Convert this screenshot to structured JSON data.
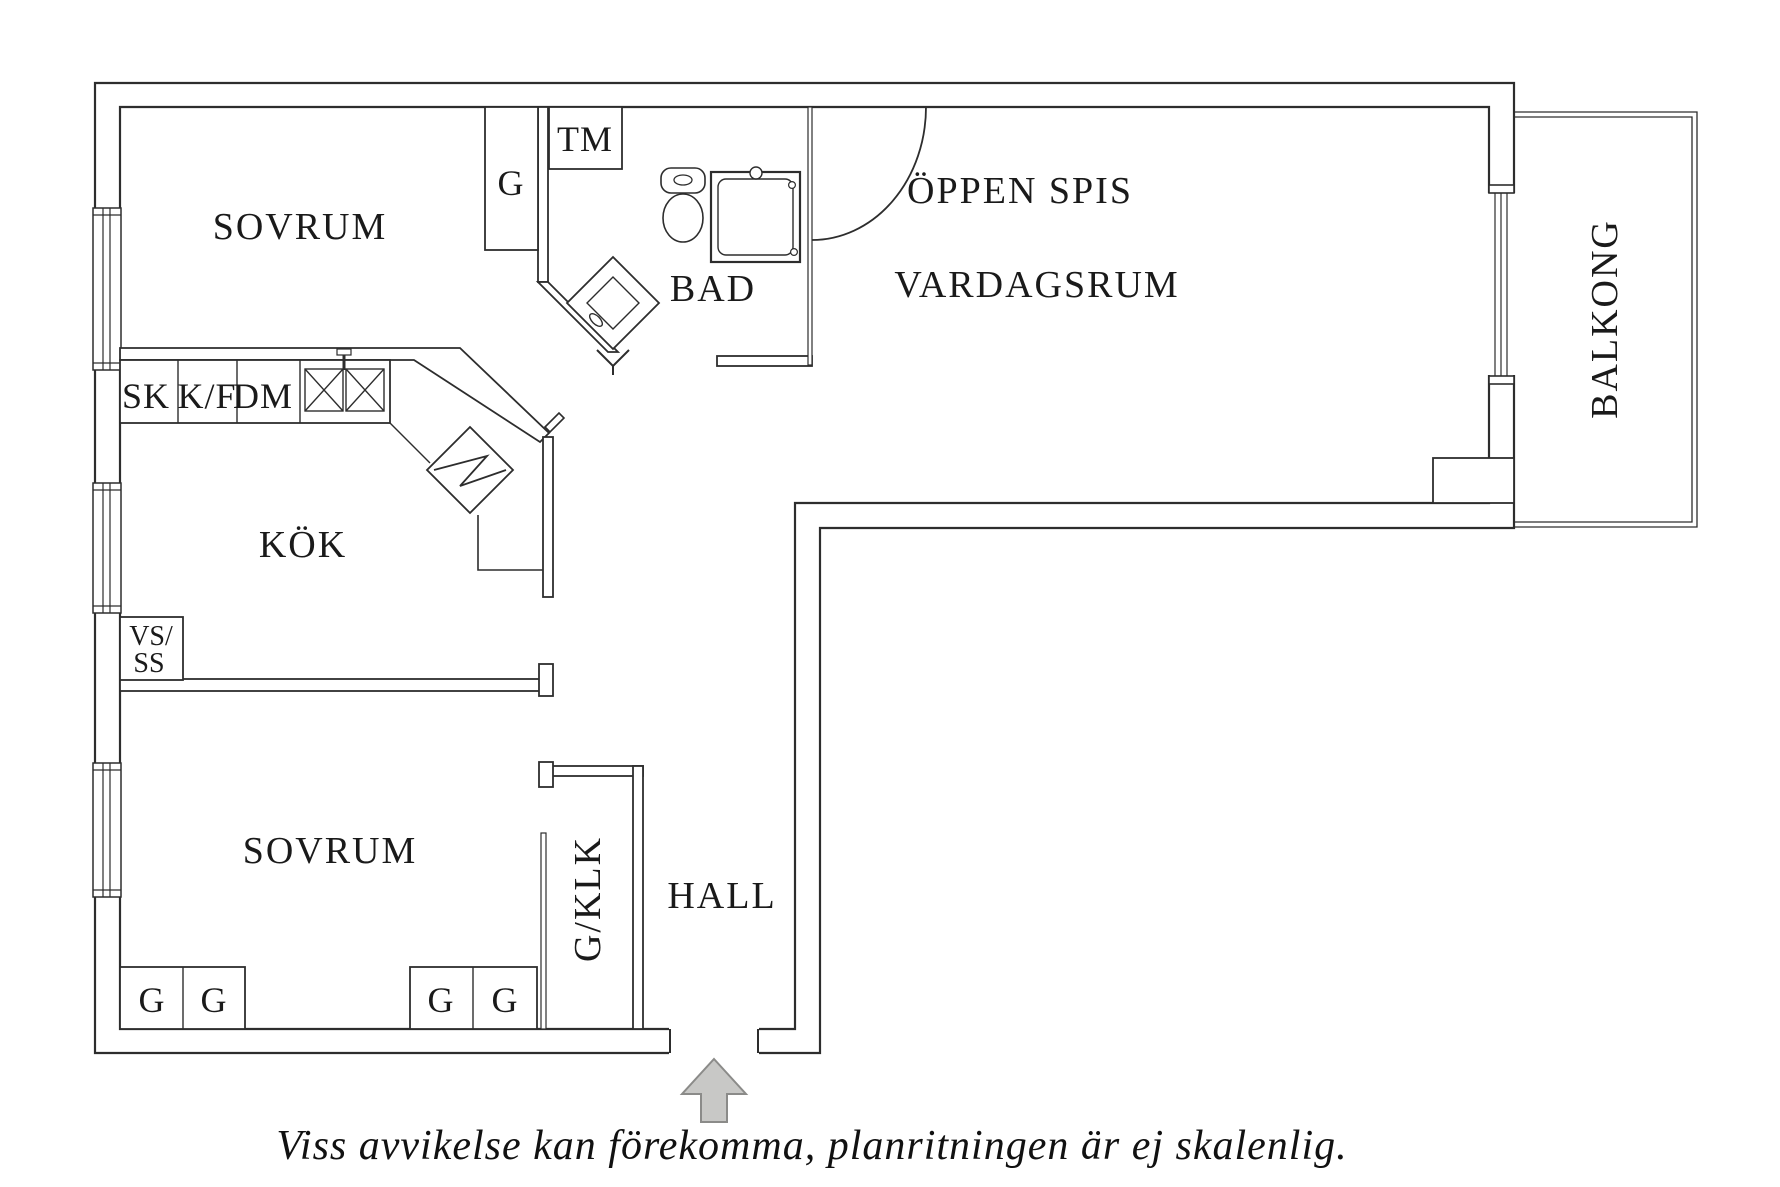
{
  "floor_plan": {
    "rooms": {
      "sovrum_top": "SOVRUM",
      "kok": "KÖK",
      "bad": "BAD",
      "oppen_spis": "ÖPPEN SPIS",
      "vardagsrum": "VARDAGSRUM",
      "balkong": "BALKONG",
      "sovrum_bottom": "SOVRUM",
      "hall": "HALL",
      "g_klk": "G/KLK"
    },
    "fixtures": {
      "tm": "TM",
      "g_closet": "G",
      "sk": "SK",
      "kf": "K/F",
      "dm": "DM",
      "vs_ss": [
        "VS/",
        "SS"
      ],
      "wardrobes": [
        "G",
        "G",
        "G",
        "G"
      ]
    },
    "icons": {
      "toilet": "toilet-icon",
      "shower": "shower-icon",
      "washbasin": "washbasin-icon",
      "kitchen_sink": "kitchen-sink-icon",
      "stove": "stove-icon",
      "fireplace_arc": "fireplace-arc-icon",
      "entrance_arrow": "entrance-arrow-icon",
      "windows": "window-icon",
      "sliding_door": "sliding-door-icon"
    },
    "disclaimer": "Viss avvikelse kan förekomma, planritningen är ej skalenlig.",
    "colors": {
      "line": "#2d2d2d",
      "text": "#1a1a1a",
      "arrow_fill": "#c8c8c6",
      "arrow_stroke": "#8b8b89",
      "background": "#ffffff"
    }
  }
}
